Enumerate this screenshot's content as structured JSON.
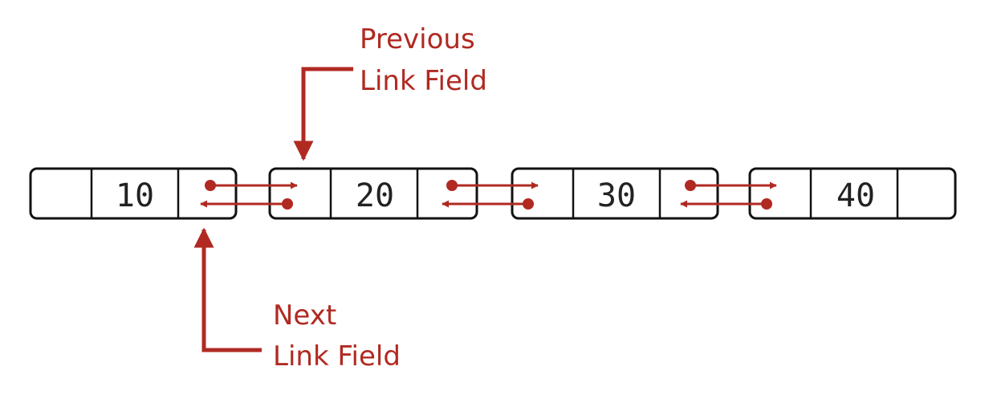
{
  "nodes": [
    {
      "value": "10"
    },
    {
      "value": "20"
    },
    {
      "value": "30"
    },
    {
      "value": "40"
    }
  ],
  "callouts": {
    "previous": {
      "line1": "Previous",
      "line2": "Link Field"
    },
    "next": {
      "line1": "Next",
      "line2": "Link Field"
    }
  },
  "colors": {
    "accent": "#b02a22",
    "outline": "#111111"
  }
}
